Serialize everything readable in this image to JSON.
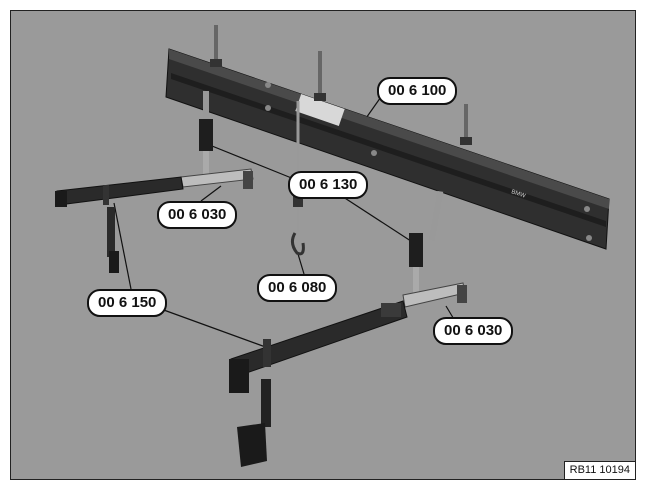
{
  "callouts": {
    "beam": "00 6 100",
    "upper_mount": "00 6 130",
    "left_foot": "00 6 030",
    "hook": "00 6 080",
    "arm": "00 6 150",
    "right_foot": "00 6 030"
  },
  "figure_id": "RB11 10194",
  "beam_label_text": "",
  "colors": {
    "background": "#9a9a9a",
    "metal_dark": "#2a2a2a",
    "metal_light": "#b8b8b8"
  }
}
